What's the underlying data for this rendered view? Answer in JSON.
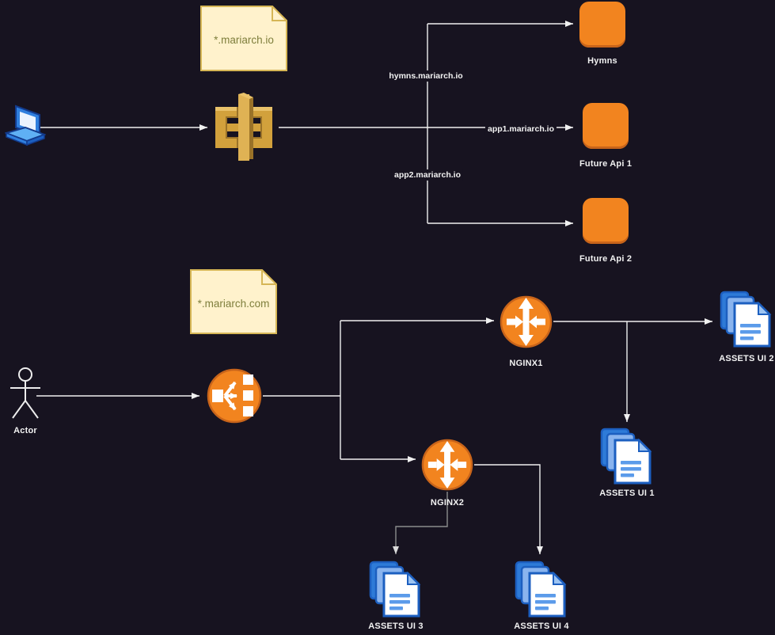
{
  "colors": {
    "bg": "#171320",
    "line": "#F0F0F0",
    "label": "#F2F2F2",
    "orange": "#F2841F",
    "orangeEdge": "#C8641A",
    "noteBg": "#FFF2CC",
    "noteBorder": "#D6B656",
    "noteText": "#7E7E3C",
    "goldLight": "#E9C26A",
    "gold": "#D2A13C",
    "goldBright": "#DFB254",
    "goldDark": "#9A7228",
    "docDark": "#2E7BD8",
    "docLight": "#8AB4EE",
    "docBorder": "#1C5FC0",
    "docFold": "#9DC4F2",
    "docLine": "#5B9BEA",
    "lapBlue": "#2F7FDE",
    "lapLight": "#5FB0F4",
    "lapDark": "#1C5FC0",
    "lapEdge": "#123A8C",
    "lapScreen": "#EAF3FE"
  },
  "notes": {
    "io": {
      "text": "*.mariarch.io"
    },
    "com": {
      "text": "*.mariarch.com"
    }
  },
  "nodes": {
    "client": {
      "icon": "laptop-icon"
    },
    "api_gateway": {
      "icon": "api-gateway-icon"
    },
    "hymns": {
      "label": "Hymns",
      "icon": "aws-resource-square-icon"
    },
    "future_api_1": {
      "label": "Future Api 1",
      "icon": "aws-resource-square-icon"
    },
    "future_api_2": {
      "label": "Future Api 2",
      "icon": "aws-resource-square-icon"
    },
    "actor": {
      "label": "Actor",
      "icon": "actor-icon"
    },
    "load_balancer": {
      "icon": "elastic-load-balancer-icon"
    },
    "nginx1": {
      "label": "NGINX1",
      "icon": "traffic-router-icon"
    },
    "nginx2": {
      "label": "NGINX2",
      "icon": "traffic-router-icon"
    },
    "assets_ui_1": {
      "label": "ASSETS UI 1",
      "icon": "documents-stack-icon"
    },
    "assets_ui_2": {
      "label": "ASSETS UI 2",
      "icon": "documents-stack-icon"
    },
    "assets_ui_3": {
      "label": "ASSETS UI 3",
      "icon": "documents-stack-icon"
    },
    "assets_ui_4": {
      "label": "ASSETS UI 4",
      "icon": "documents-stack-icon"
    }
  },
  "edge_labels": {
    "hymns_domain": {
      "text": "hymns.mariarch.io"
    },
    "app1_domain": {
      "text": "app1.mariarch.io"
    },
    "app2_domain": {
      "text": "app2.mariarch.io"
    }
  }
}
